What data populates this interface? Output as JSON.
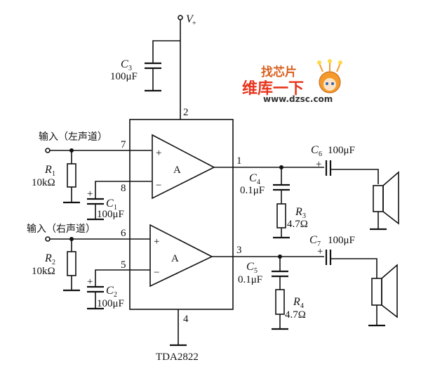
{
  "diagram": {
    "chip_label": "TDA2822",
    "supply": {
      "label": "V",
      "subscript": "+"
    },
    "amplifier_label": "A",
    "inputs": [
      {
        "label": "输入（左声道）",
        "pin": "7"
      },
      {
        "label": "输入（右声道）",
        "pin": "6"
      }
    ],
    "pins": {
      "supply": "2",
      "ground": "4",
      "out_left": "1",
      "out_right": "3",
      "fb_left": "8",
      "fb_right": "5"
    },
    "components": {
      "C3": {
        "name": "C",
        "sub": "3",
        "value": "100μF"
      },
      "R1": {
        "name": "R",
        "sub": "1",
        "value": "10kΩ"
      },
      "C1": {
        "name": "C",
        "sub": "1",
        "value": "100μF"
      },
      "R2": {
        "name": "R",
        "sub": "2",
        "value": "10kΩ"
      },
      "C2": {
        "name": "C",
        "sub": "2",
        "value": "100μF"
      },
      "C4": {
        "name": "C",
        "sub": "4",
        "value": "0.1μF"
      },
      "R3": {
        "name": "R",
        "sub": "3",
        "value": "4.7Ω"
      },
      "C5": {
        "name": "C",
        "sub": "5",
        "value": "0.1μF"
      },
      "R4": {
        "name": "R",
        "sub": "4",
        "value": "4.7Ω"
      },
      "C6": {
        "name": "C",
        "sub": "6",
        "value": "100μF"
      },
      "C7": {
        "name": "C",
        "sub": "7",
        "value": "100μF"
      }
    },
    "polarity": {
      "plus": "+",
      "minus": "−"
    }
  },
  "watermark": {
    "line1": "找芯片",
    "line2": "维库一下",
    "url": "www.dzsc.com"
  }
}
